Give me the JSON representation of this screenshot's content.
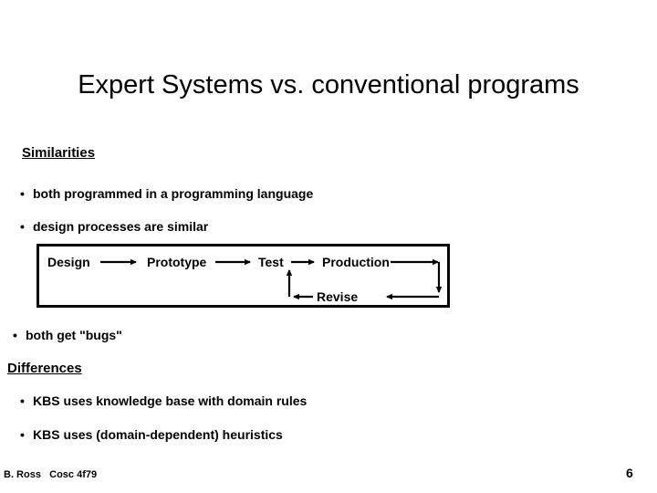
{
  "slide": {
    "title": "Expert Systems vs. conventional programs",
    "background_color": "#ffffff",
    "text_color": "#000000"
  },
  "sections": {
    "similarities": {
      "heading": "Similarities",
      "bullets": [
        {
          "marker": "•",
          "text": "both programmed in a programming language"
        },
        {
          "marker": "•",
          "text": "design processes are similar"
        },
        {
          "marker": "•",
          "text": "both get \"bugs\""
        }
      ]
    },
    "differences": {
      "heading": "Differences",
      "bullets": [
        {
          "marker": "•",
          "text": "KBS uses knowledge base with domain rules"
        },
        {
          "marker": "•",
          "text": "KBS uses (domain-dependent) heuristics"
        }
      ]
    }
  },
  "process_diagram": {
    "nodes": [
      {
        "id": "design",
        "label": "Design"
      },
      {
        "id": "prototype",
        "label": "Prototype"
      },
      {
        "id": "test",
        "label": "Test"
      },
      {
        "id": "production",
        "label": "Production"
      },
      {
        "id": "revise",
        "label": "Revise"
      }
    ],
    "edges": [
      {
        "from": "design",
        "to": "prototype",
        "direction": "right"
      },
      {
        "from": "prototype",
        "to": "test",
        "direction": "right"
      },
      {
        "from": "test",
        "to": "production",
        "direction": "right"
      },
      {
        "from": "production",
        "to": "revise",
        "direction": "right-down-left"
      },
      {
        "from": "revise",
        "to": "test",
        "direction": "left-up"
      }
    ],
    "border_color": "#000000"
  },
  "footer": {
    "credit": "B. Ross   Cosc 4f79",
    "page_number": "6"
  }
}
